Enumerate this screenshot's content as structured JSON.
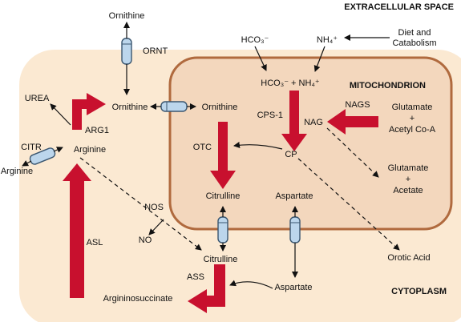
{
  "colors": {
    "cytoplasm_fill": "#fbe9d2",
    "mito_fill": "#f3d7bd",
    "mito_stroke": "#b06a3e",
    "reaction_arrow": "#c8102e",
    "transporter_fill": "#bcd6ec",
    "transporter_stroke": "#3a5670",
    "line": "#111111"
  },
  "region_labels": {
    "extracellular": "EXTRACELLULAR SPACE",
    "mitochondrion": "MITOCHONDRION",
    "cytoplasm": "CYTOPLASM"
  },
  "metabolites": {
    "ornithine_extracellular": "Ornithine",
    "hco3_extracellular": "HCO₃⁻",
    "nh4_extracellular": "NH₄⁺",
    "diet_line1": "Diet and",
    "diet_line2": "Catabolism",
    "mito_substrates": "HCO₃⁻ + NH₄⁺",
    "urea": "UREA",
    "ornithine_cytoplasm": "Ornithine",
    "ornithine_mito": "Ornithine",
    "nag": "NAG",
    "cp": "CP",
    "glutamate_acetylcoa_line1": "Glutamate",
    "glutamate_acetylcoa_plus": "+",
    "glutamate_acetylcoa_line2": "Acetyl Co-A",
    "glutamate_acetate_line1": "Glutamate",
    "glutamate_acetate_plus": "+",
    "glutamate_acetate_line2": "Acetate",
    "arginine_cytoplasm": "Arginine",
    "arginine_extracellular": "Arginine",
    "citrulline_mito": "Citrulline",
    "aspartate_mito": "Aspartate",
    "no": "NO",
    "citrulline_cytoplasm": "Citrulline",
    "orotic_acid": "Orotic Acid",
    "aspartate_cytoplasm": "Aspartate",
    "argininosuccinate": "Argininosuccinate"
  },
  "enzymes": {
    "ornt": "ORNT",
    "nags": "NAGS",
    "cps1": "CPS-1",
    "arg1": "ARG1",
    "citr": "CITR",
    "otc": "OTC",
    "nos": "NOS",
    "asl": "ASL",
    "ass": "ASS"
  }
}
